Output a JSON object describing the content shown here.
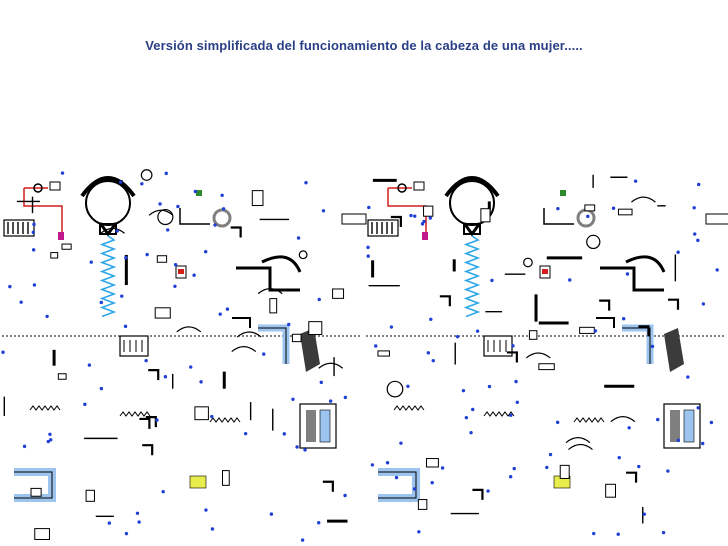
{
  "slide": {
    "caption": "Versión simplificada del funcionamiento de la cabeza de una mujer.....",
    "caption_color": "#2a3f86"
  },
  "schematic": {
    "repeat_count": 2,
    "colors": {
      "line": "#000000",
      "dot": "#1f3fd6",
      "coil": "#2fa7e8",
      "wire_red": "#d41e1e",
      "machine_gray": "#7f7f7f",
      "dark_block": "#3b3b3b",
      "accent_yellow": "#e8ec4c",
      "accent_green": "#2c8a2c",
      "panel_blue": "#9cc4ef",
      "accent_magenta": "#c2188e"
    },
    "elements": [
      "circular-gears",
      "spring-coils",
      "conveyor-pipes",
      "switch-panels",
      "rivets",
      "machinery-blocks"
    ]
  }
}
